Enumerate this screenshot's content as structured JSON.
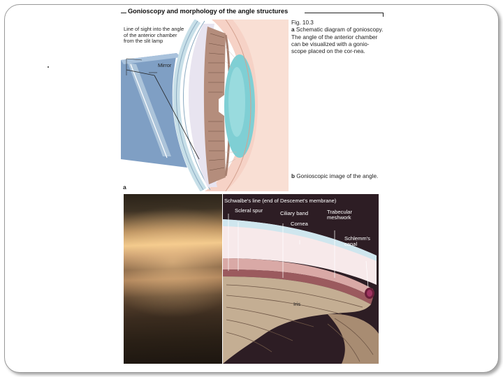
{
  "page": {
    "title": "Gonioscopy and morphology of the angle structures",
    "figure_number": "Fig. 10.3",
    "caption_a_letter": "a",
    "caption_a_text": "Schematic diagram of gonioscopy. The angle of the anterior chamber can be visualized with a gonio-scope placed on the cor-nea.",
    "caption_b_letter": "b",
    "caption_b_text": "Gonioscopic image of the angle.",
    "panel_a_letter": "a"
  },
  "diagram_a": {
    "line_of_sight_label_1": "Line of sight into the angle",
    "line_of_sight_label_2": "of the anterior chamber",
    "line_of_sight_label_3": "from the slit lamp",
    "mirror_label": "Mirror"
  },
  "diagram_b": {
    "schwalbe_label": "Schwalbe's line (end of Descemet's membrane)",
    "scleral_spur_label": "Scleral spur",
    "ciliary_band_label": "Ciliary band",
    "trabecular_label_1": "Trabecular",
    "trabecular_label_2": "meshwork",
    "cornea_label": "Cornea",
    "schlemm_label_1": "Schlemm's",
    "schlemm_label_2": "canal",
    "iris_label": "Iris"
  },
  "colors": {
    "lens": "#7fcfd4",
    "sclera_pink": "#f4c8bc",
    "cornea_blue": "#cfe6ee",
    "iris_brown": "#9a6f58",
    "gonio_bg": "#2d1d24"
  }
}
